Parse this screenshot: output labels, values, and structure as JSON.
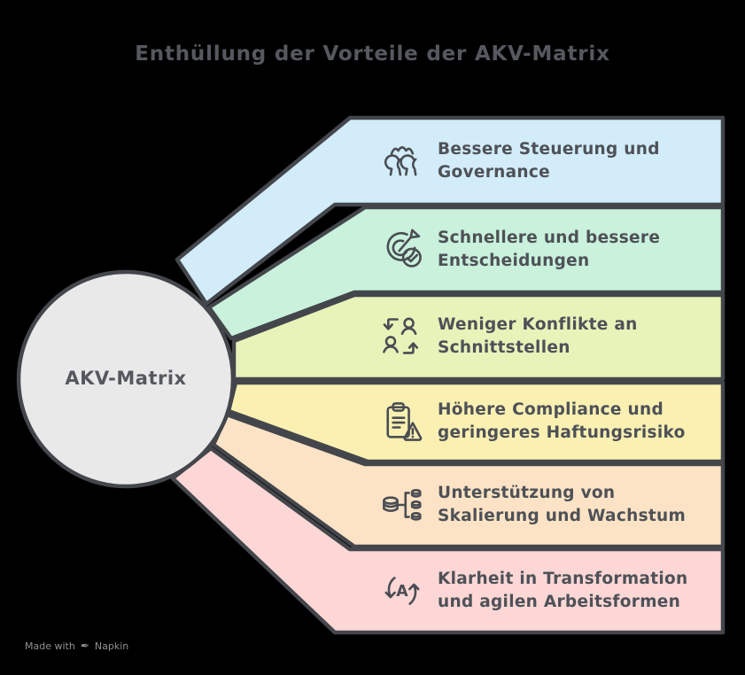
{
  "title": "Enthüllung der Vorteile der AKV-Matrix",
  "center": {
    "label": "AKV-Matrix",
    "fill": "#e9e9e9"
  },
  "benefits": [
    {
      "icon": "team-group-icon",
      "color": "#d2ecf9",
      "lines": [
        "Bessere Steuerung und",
        "Governance"
      ]
    },
    {
      "icon": "target-check-icon",
      "color": "#c9f1dc",
      "lines": [
        "Schnellere und bessere",
        "Entscheidungen"
      ]
    },
    {
      "icon": "people-exchange-icon",
      "color": "#e6f4ba",
      "lines": [
        "Weniger Konflikte an",
        "Schnittstellen"
      ]
    },
    {
      "icon": "clipboard-warning-icon",
      "color": "#faf0b2",
      "lines": [
        "Höhere Compliance und",
        "geringeres Haftungsrisiko"
      ]
    },
    {
      "icon": "database-scaling-icon",
      "color": "#fce3c5",
      "lines": [
        "Unterstützung von",
        "Skalierung und Wachstum"
      ]
    },
    {
      "icon": "transformation-cycle-icon",
      "color": "#fcd7d6",
      "lines": [
        "Klarheit in Transformation",
        "und agilen Arbeitsformen"
      ]
    }
  ],
  "footer": {
    "made_with": "Made with",
    "brand": "Napkin"
  },
  "colors": {
    "background": "#000000",
    "outline": "#43464b",
    "text": "#4e5157"
  }
}
